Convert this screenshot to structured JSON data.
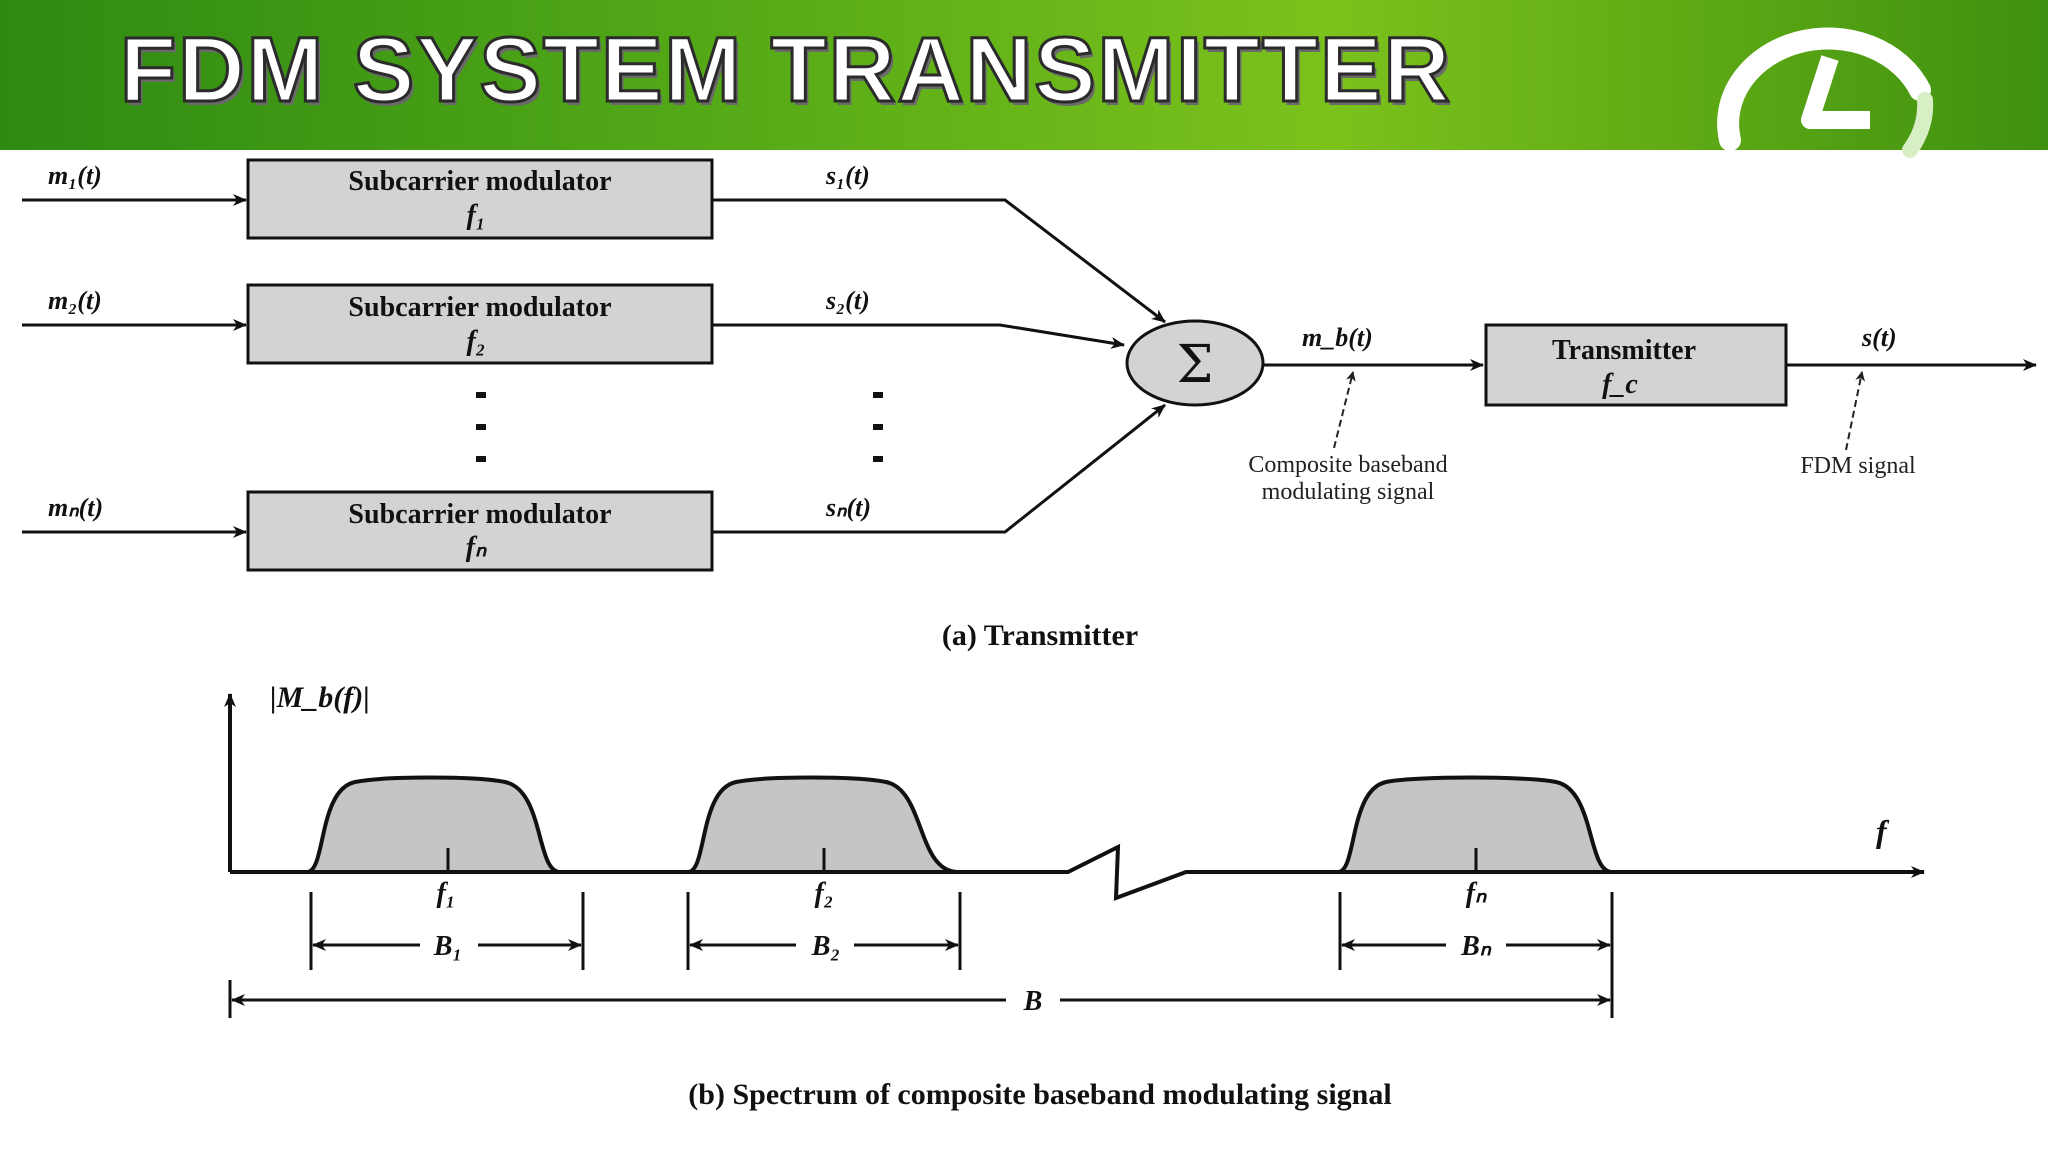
{
  "slide": {
    "title": "FDM SYSTEM TRANSMITTER"
  },
  "transmitter": {
    "inputs": [
      "m₁(t)",
      "m₂(t)",
      "mₙ(t)"
    ],
    "modulators": [
      {
        "label": "Subcarrier modulator",
        "freq": "f₁"
      },
      {
        "label": "Subcarrier modulator",
        "freq": "f₂"
      },
      {
        "label": "Subcarrier modulator",
        "freq": "fₙ"
      }
    ],
    "outputs": [
      "s₁(t)",
      "s₂(t)",
      "sₙ(t)"
    ],
    "summer_symbol": "Σ",
    "composite_label": "m_b(t)",
    "composite_note_line1": "Composite baseband",
    "composite_note_line2": "modulating signal",
    "transmitter_label": "Transmitter",
    "transmitter_freq": "f_c",
    "output_label": "s(t)",
    "fdm_note": "FDM signal",
    "caption": "(a) Transmitter"
  },
  "spectrum": {
    "y_label": "|M_b(f)|",
    "x_label": "f",
    "bands": [
      {
        "center": "f₁",
        "width": "B₁"
      },
      {
        "center": "f₂",
        "width": "B₂"
      },
      {
        "center": "fₙ",
        "width": "Bₙ"
      }
    ],
    "total_bandwidth": "B",
    "caption": "(b) Spectrum of composite baseband modulating signal"
  }
}
